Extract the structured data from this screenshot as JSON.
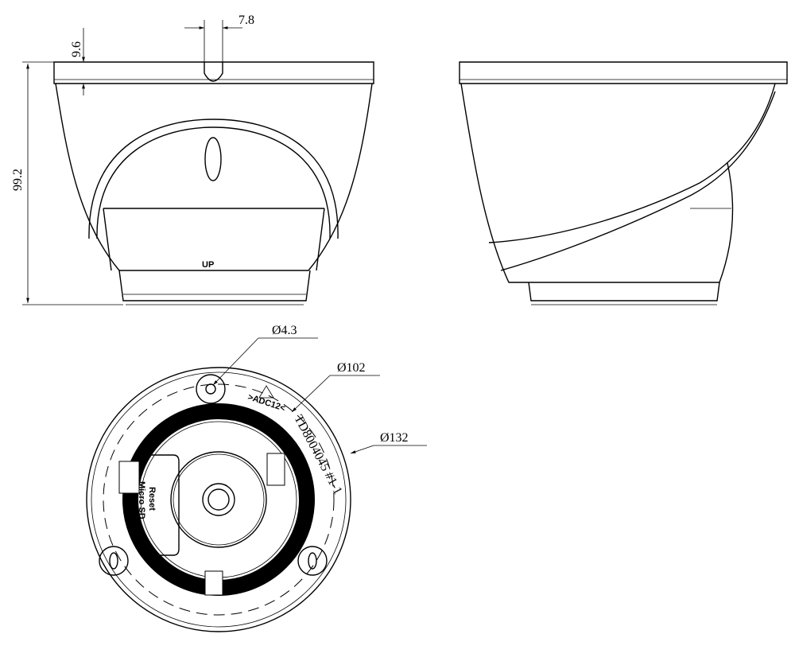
{
  "dimensions": {
    "top_slot_width": "7.8",
    "rim_height": "9.6",
    "total_height": "99.2",
    "hole_diameter": "Ø4.3",
    "mount_circle_diameter": "Ø102",
    "outer_diameter": "Ø132"
  },
  "markings": {
    "up_label": "UP",
    "material_label": ">ADC12<",
    "part_number": "TD8004045 #1-1",
    "reset_label": "Reset",
    "sd_label": "Micro SD"
  },
  "colors": {
    "line": "#000000",
    "background": "#ffffff"
  }
}
